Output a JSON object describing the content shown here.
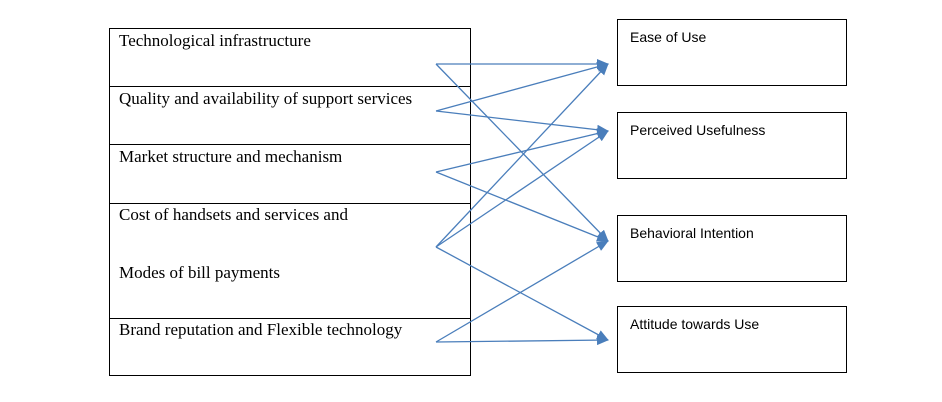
{
  "factors": [
    {
      "id": "tech",
      "label": "Technological infrastructure"
    },
    {
      "id": "support",
      "label": "Quality and availability of support services"
    },
    {
      "id": "market",
      "label": "Market structure and mechanism"
    },
    {
      "id": "cost",
      "label": "Cost of handsets and services and",
      "label_line2": "Modes of bill payments"
    },
    {
      "id": "brand",
      "label": "Brand reputation and Flexible technology"
    }
  ],
  "outcomes": [
    {
      "id": "ease",
      "label": "Ease of Use"
    },
    {
      "id": "useful",
      "label": "Perceived Usefulness"
    },
    {
      "id": "intent",
      "label": "Behavioral Intention"
    },
    {
      "id": "attitude",
      "label": "Attitude towards Use"
    }
  ],
  "links": [
    {
      "from": "tech",
      "to": "ease"
    },
    {
      "from": "tech",
      "to": "intent"
    },
    {
      "from": "support",
      "to": "ease"
    },
    {
      "from": "support",
      "to": "useful"
    },
    {
      "from": "market",
      "to": "useful"
    },
    {
      "from": "market",
      "to": "intent"
    },
    {
      "from": "cost",
      "to": "ease"
    },
    {
      "from": "cost",
      "to": "useful"
    },
    {
      "from": "cost",
      "to": "attitude"
    },
    {
      "from": "brand",
      "to": "intent"
    },
    {
      "from": "brand",
      "to": "attitude"
    }
  ],
  "colors": {
    "arrow": "#4a7ebb",
    "border": "#000000"
  }
}
